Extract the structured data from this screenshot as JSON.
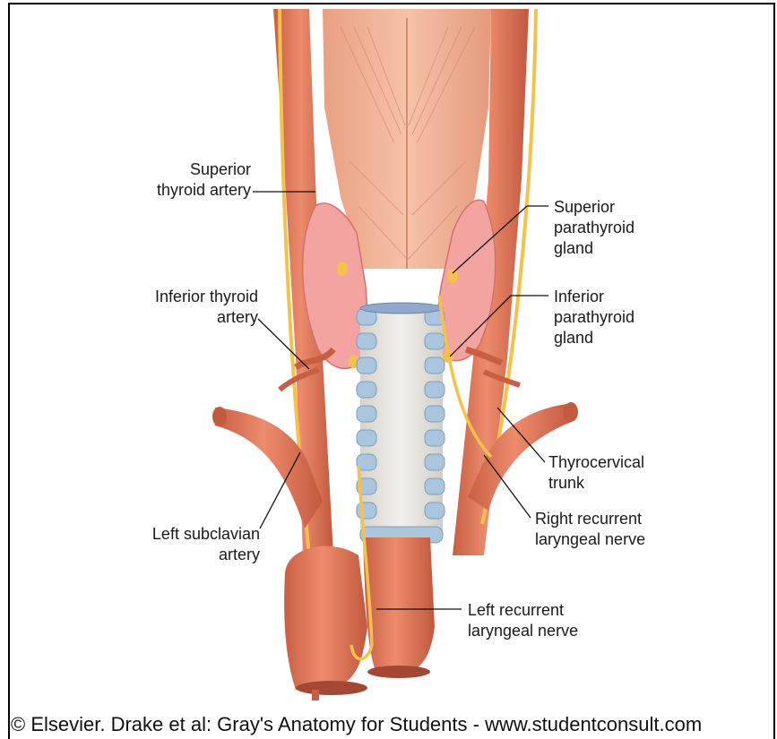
{
  "labels": {
    "superior_thyroid_artery": "Superior\nthyroid artery",
    "superior_parathyroid_gland": "Superior\nparathyroid\ngland",
    "inferior_thyroid_artery": "Inferior thyroid\nartery",
    "inferior_parathyroid_gland": "Inferior\nparathyroid\ngland",
    "thyrocervical_trunk": "Thyrocervical\ntrunk",
    "right_recurrent_laryngeal_nerve": "Right recurrent\nlaryngeal nerve",
    "left_subclavian_artery": "Left subclavian\nartery",
    "left_recurrent_laryngeal_nerve": "Left recurrent\nlaryngeal nerve"
  },
  "credit": "© Elsevier. Drake et al: Gray's Anatomy for Students - www.studentconsult.com",
  "colors": {
    "artery": "#e07d5f",
    "artery_dark": "#b9543b",
    "nerve": "#f2c24a",
    "muscle": "#f1b395",
    "thyroid": "#f4a4a0",
    "trachea_ring": "#a9c6de",
    "trachea_inner": "#e8e6e1"
  }
}
